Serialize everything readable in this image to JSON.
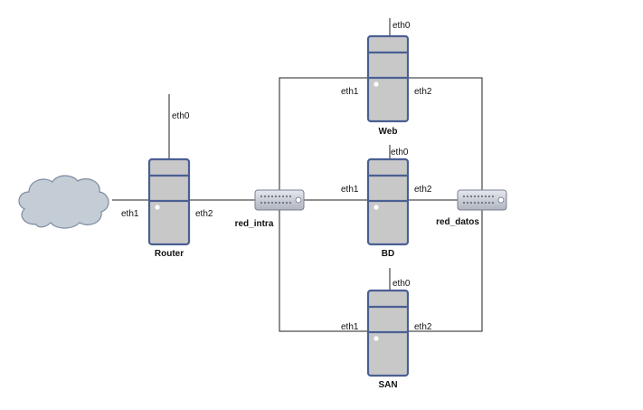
{
  "nodes": {
    "internet": {
      "label": ""
    },
    "router": {
      "label": "Router",
      "ifaces": {
        "eth0": "eth0",
        "eth1": "eth1",
        "eth2": "eth2"
      }
    },
    "web": {
      "label": "Web",
      "ifaces": {
        "eth0": "eth0",
        "eth1": "eth1",
        "eth2": "eth2"
      }
    },
    "bd": {
      "label": "BD",
      "ifaces": {
        "eth0": "eth0",
        "eth1": "eth1",
        "eth2": "eth2"
      }
    },
    "san": {
      "label": "SAN",
      "ifaces": {
        "eth0": "eth0",
        "eth1": "eth1",
        "eth2": "eth2"
      }
    }
  },
  "networks": {
    "intra": {
      "label": "red_intra"
    },
    "datos": {
      "label": "red_datos"
    }
  },
  "colors": {
    "server_outline": "#4a5f93",
    "server_fill": "#c8c8c8",
    "cloud_fill": "#c4ccd6",
    "cloud_outline": "#7c8aa0",
    "switch_fill": "#c9ccd4",
    "wire": "#222222"
  },
  "icons": {
    "internet": "cloud-icon",
    "router": "server-icon",
    "switch": "switch-icon"
  }
}
